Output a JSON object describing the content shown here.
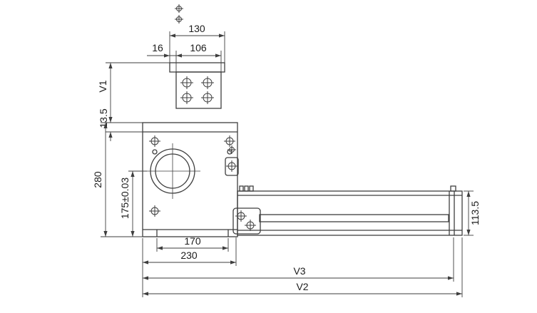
{
  "drawing": {
    "colors": {
      "background": "#ffffff",
      "line": "#3e3e3e",
      "text": "#1c1c1c"
    },
    "dims": {
      "d130": "130",
      "d16": "16",
      "d106": "106",
      "v1": "V1",
      "d13_5": "13.5",
      "d280": "280",
      "d175": "175±0.03",
      "d170": "170",
      "d230": "230",
      "v3": "V3",
      "v2": "V2",
      "d113_5": "113.5"
    }
  }
}
